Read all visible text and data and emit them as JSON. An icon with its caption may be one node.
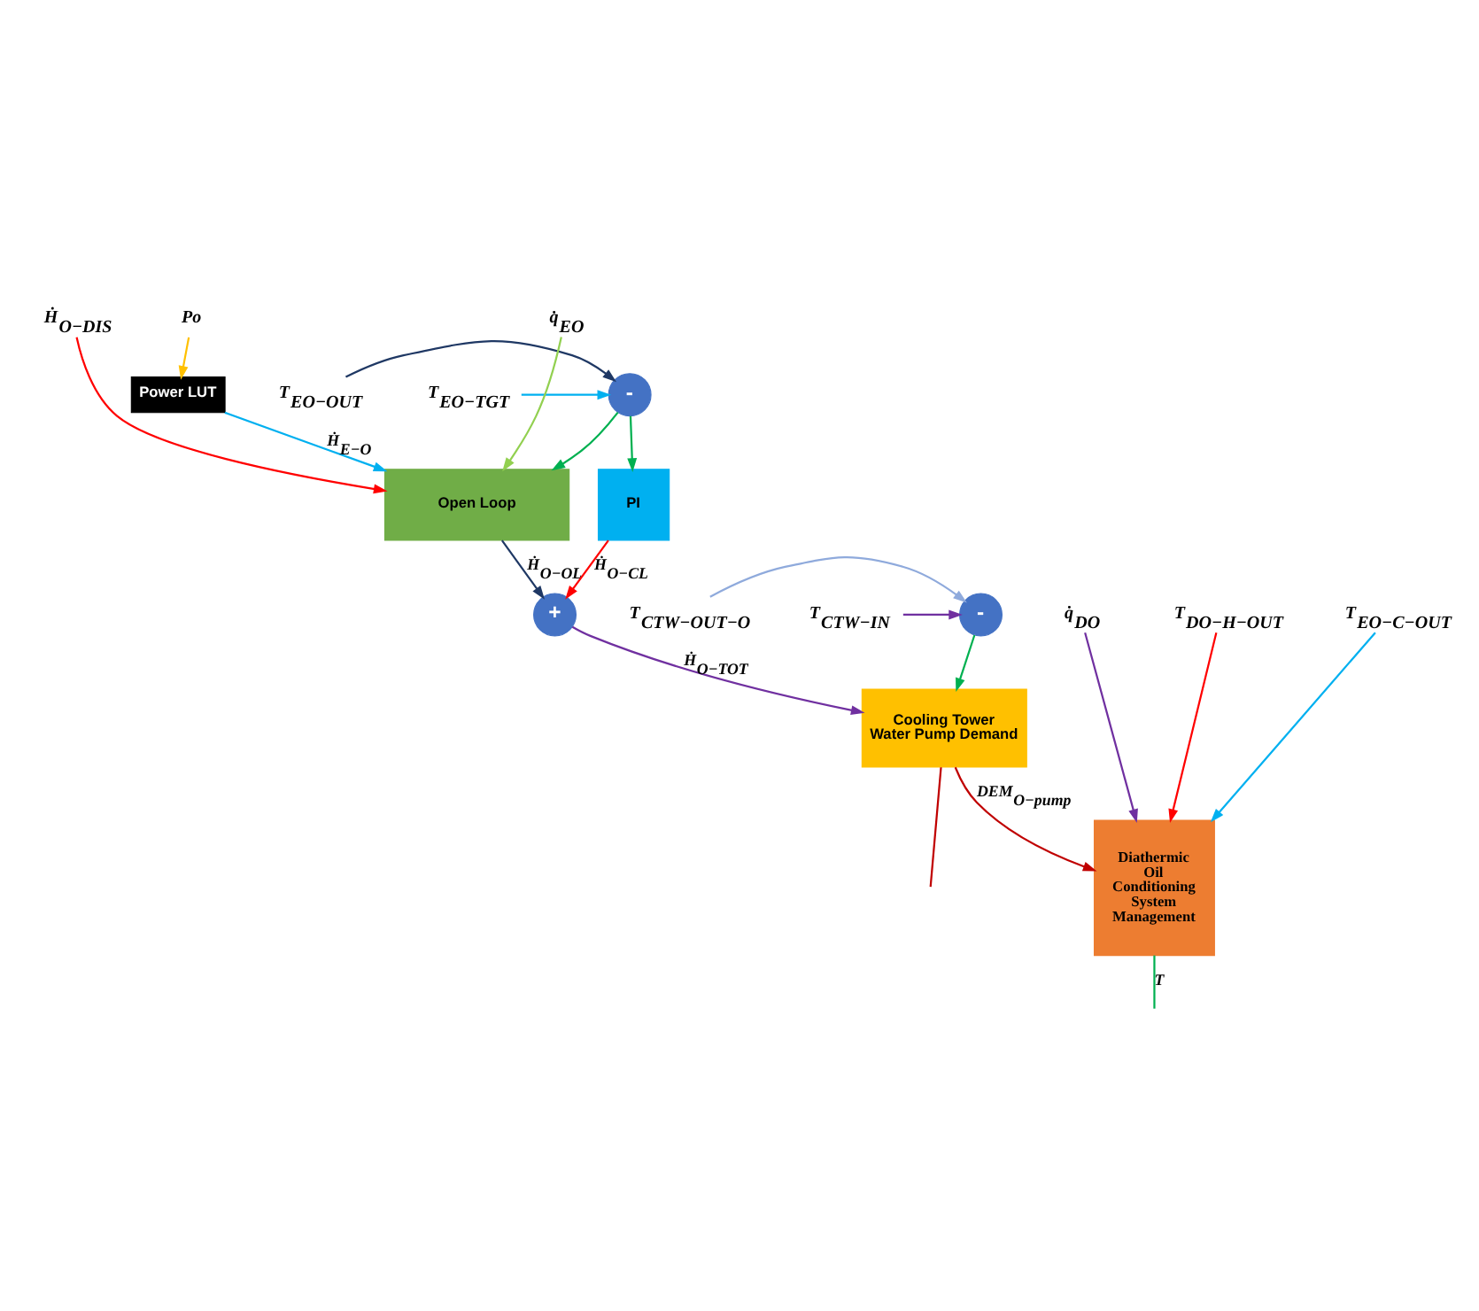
{
  "diagram": {
    "nodes": [
      {
        "text": [
          "T$_{EO−TGT}$"
        ]
      },
      {
        "text": [
          "T$_{EO−OUT}$"
        ]
      },
      {
        "text": [
          "-"
        ]
      },
      {
        "text": [
          "q̇$_{EO}$"
        ]
      },
      {
        "text": [
          "Ḣ$_{O−DIS}$"
        ]
      },
      {
        "text": [
          "Po"
        ]
      },
      {
        "text": [
          "Power LUT"
        ]
      },
      {
        "text": [
          "Open Loop"
        ]
      },
      {
        "text": [
          "PI"
        ]
      },
      {
        "text": [
          "+"
        ]
      },
      {
        "text": [
          "Cooling Tower Water Pump Demand"
        ]
      },
      {
        "text": [
          "T$_{CTW−OUT−O}$"
        ]
      },
      {
        "text": [
          "T$_{CTW−IN}$"
        ]
      },
      {
        "text": [
          "-"
        ]
      },
      {
        "text": [
          "T$_{EO−C−OUT}$"
        ]
      },
      {
        "text": [
          "q̇$_{DO}$"
        ]
      },
      {
        "text": [
          "T$_{DO−H−OUT}$"
        ]
      },
      {
        "text": [
          "Diathermic Oil Conditioning System Management"
        ]
      }
    ],
    "edges": [
      {
        "from": 0,
        "to": 2,
        "arrow": "to",
        "color": "#00b0f0"
      },
      {
        "from": 1,
        "to": 2,
        "arrow": "to",
        "color": "#1f3864"
      },
      {
        "from": 2,
        "to": 7,
        "arrow": "to",
        "color": "#00b050"
      },
      {
        "from": 2,
        "to": 8,
        "arrow": "to",
        "color": "#00b050"
      },
      {
        "from": 3,
        "to": 7,
        "arrow": "to",
        "color": "#92d050"
      },
      {
        "from": 4,
        "to": 7,
        "arrow": "to",
        "color": "#ff0000"
      },
      {
        "from": 5,
        "to": 6,
        "arrow": "to",
        "color": "#ffc000"
      },
      {
        "from": 6,
        "to": 7,
        "arrow": "to",
        "label": "Ḣ$_{E−O}$",
        "color": "#00b0f0"
      },
      {
        "from": 7,
        "to": 9,
        "arrow": "to",
        "label": "Ḣ$_{O−OL}$",
        "color": "#1f3864"
      },
      {
        "from": 8,
        "to": 9,
        "arrow": "to",
        "label": "Ḣ$_{O−CL}$",
        "color": "#ff0000"
      },
      {
        "from": 9,
        "to": 10,
        "arrow": "to",
        "label": "Ḣ$_{O−TOT}$",
        "color": "#7030a0"
      },
      {
        "from": 11,
        "to": 13,
        "arrow": "to",
        "color": "#8faadc"
      },
      {
        "from": 12,
        "to": 13,
        "arrow": "to",
        "color": "#7030a0"
      },
      {
        "from": 13,
        "to": 10,
        "arrow": "to",
        "color": "#00b050"
      },
      {
        "from": 14,
        "to": 17,
        "arrow": "to",
        "color": "#00b0f0"
      },
      {
        "from": 15,
        "to": 17,
        "arrow": "to",
        "color": "#7030a0"
      },
      {
        "from": 16,
        "to": 17,
        "arrow": "to",
        "color": "#ff0000"
      },
      {
        "from": 10,
        "to": 17,
        "arrow": "to",
        "label": "DEM$_{O−pump}$",
        "color": "#c00000"
      },
      {
        "from": 10,
        "to": null,
        "arrow": "none",
        "color": "#c00000"
      },
      {
        "from": 17,
        "to": null,
        "arrow": "none",
        "label": "T",
        "color": "#00b050"
      }
    ]
  }
}
